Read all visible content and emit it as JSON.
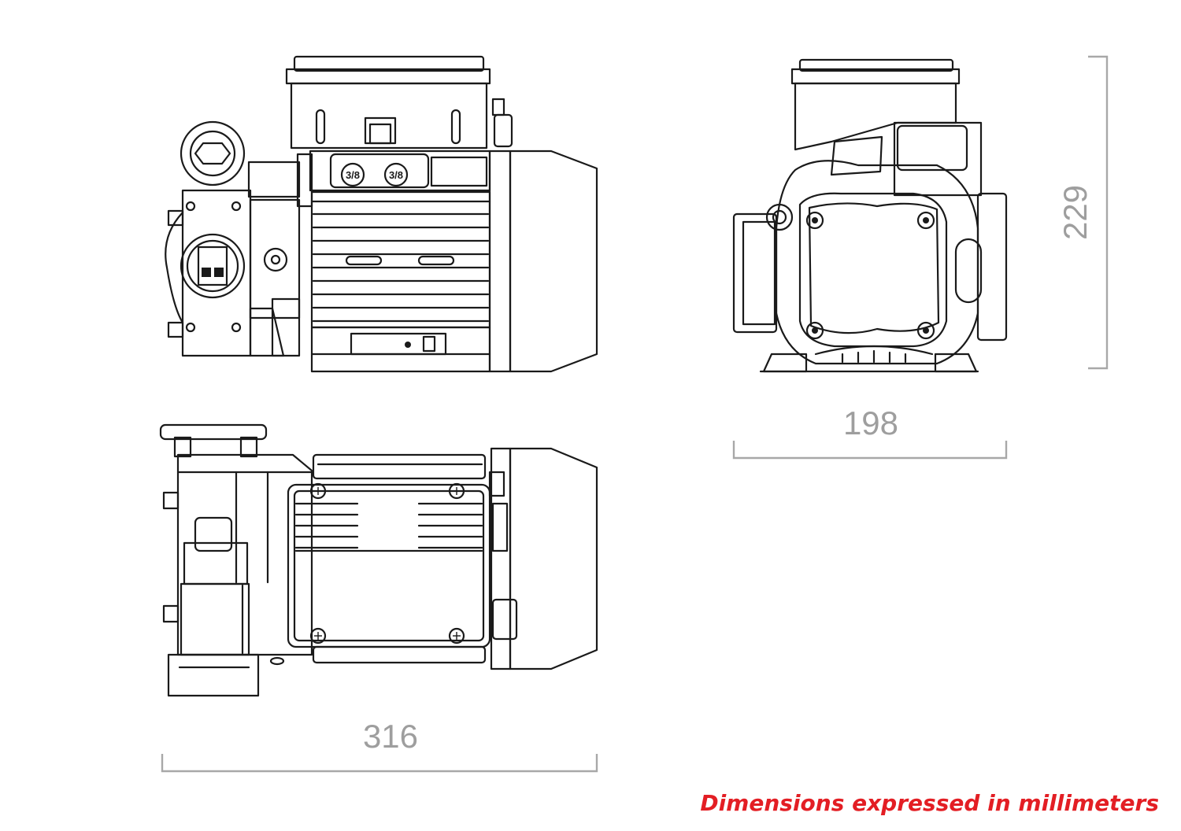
{
  "port_labels": [
    "3/8",
    "3/8"
  ],
  "dimensions": {
    "length": "316",
    "width": "198",
    "height": "229"
  },
  "note": "Dimensions expressed in millimeters",
  "colors": {
    "note": "#e31e24",
    "dimension": "#9e9e9e",
    "line": "#1a1a1a"
  }
}
